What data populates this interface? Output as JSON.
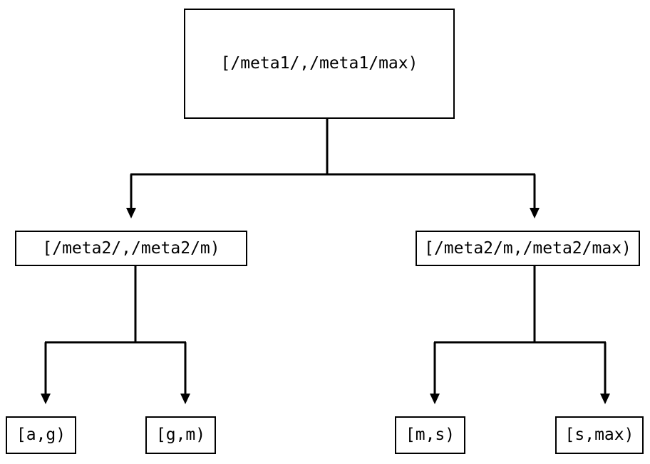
{
  "diagram": {
    "type": "tree",
    "title": "",
    "background_color": "#ffffff",
    "line_color": "#000000",
    "text_color": "#000000",
    "nodes": {
      "root": {
        "label": "[/meta1/,/meta1/max)",
        "level": 0
      },
      "mid_left": {
        "label": "[/meta2/,/meta2/m)",
        "level": 1
      },
      "mid_right": {
        "label": "[/meta2/m,/meta2/max)",
        "level": 1
      },
      "leaf_ag": {
        "label": "[a,g)",
        "level": 2
      },
      "leaf_gm": {
        "label": "[g,m)",
        "level": 2
      },
      "leaf_ms": {
        "label": "[m,s)",
        "level": 2
      },
      "leaf_smax": {
        "label": "[s,max)",
        "level": 2
      }
    },
    "edges": [
      {
        "from": "root",
        "to": "mid_left",
        "arrow": "down"
      },
      {
        "from": "root",
        "to": "mid_right",
        "arrow": "down"
      },
      {
        "from": "mid_left",
        "to": "leaf_ag",
        "arrow": "down"
      },
      {
        "from": "mid_left",
        "to": "leaf_gm",
        "arrow": "down"
      },
      {
        "from": "mid_right",
        "to": "leaf_ms",
        "arrow": "down"
      },
      {
        "from": "mid_right",
        "to": "leaf_smax",
        "arrow": "down"
      }
    ]
  }
}
